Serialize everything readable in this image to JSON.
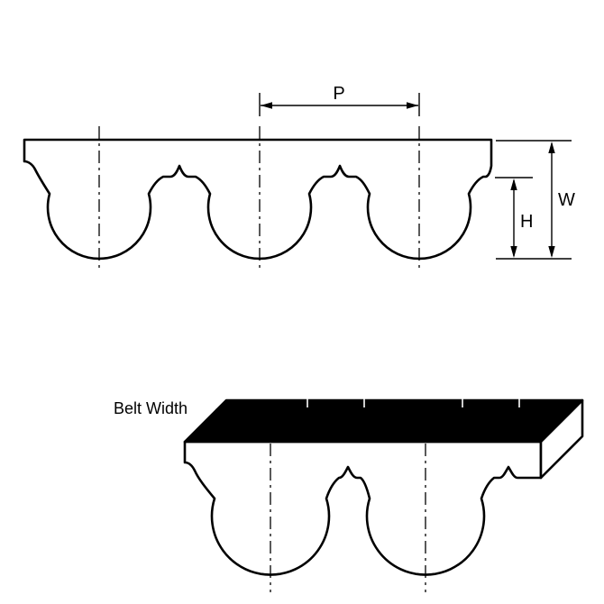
{
  "diagram": {
    "top_view": {
      "pitch_label": "P",
      "width_label": "W",
      "tooth_height_label": "H"
    },
    "bottom_view": {
      "belt_width_label": "Belt Width"
    },
    "colors": {
      "line": "#000000",
      "belt_fill": "#ffffff",
      "top_face_fill": "#000000",
      "background": "#ffffff"
    }
  }
}
